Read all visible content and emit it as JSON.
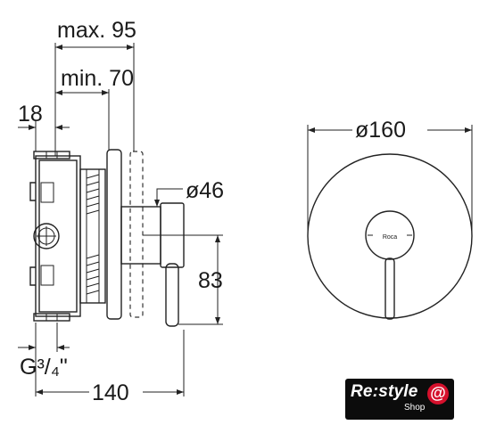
{
  "dimensions": {
    "max_depth": "max. 95",
    "min_depth": "min. 70",
    "offset": "18",
    "handle_diameter": "ø46",
    "lever_height": "83",
    "plate_diameter": "ø160",
    "thread": "G³/₄\"",
    "total_depth": "140"
  },
  "plate_brand": "Roca",
  "logo": {
    "main": "Re:style",
    "sub": "Shop",
    "at": "@"
  },
  "colors": {
    "line": "#222222",
    "logo_bg": "#0c0c0c",
    "logo_accent": "#d5102c"
  }
}
